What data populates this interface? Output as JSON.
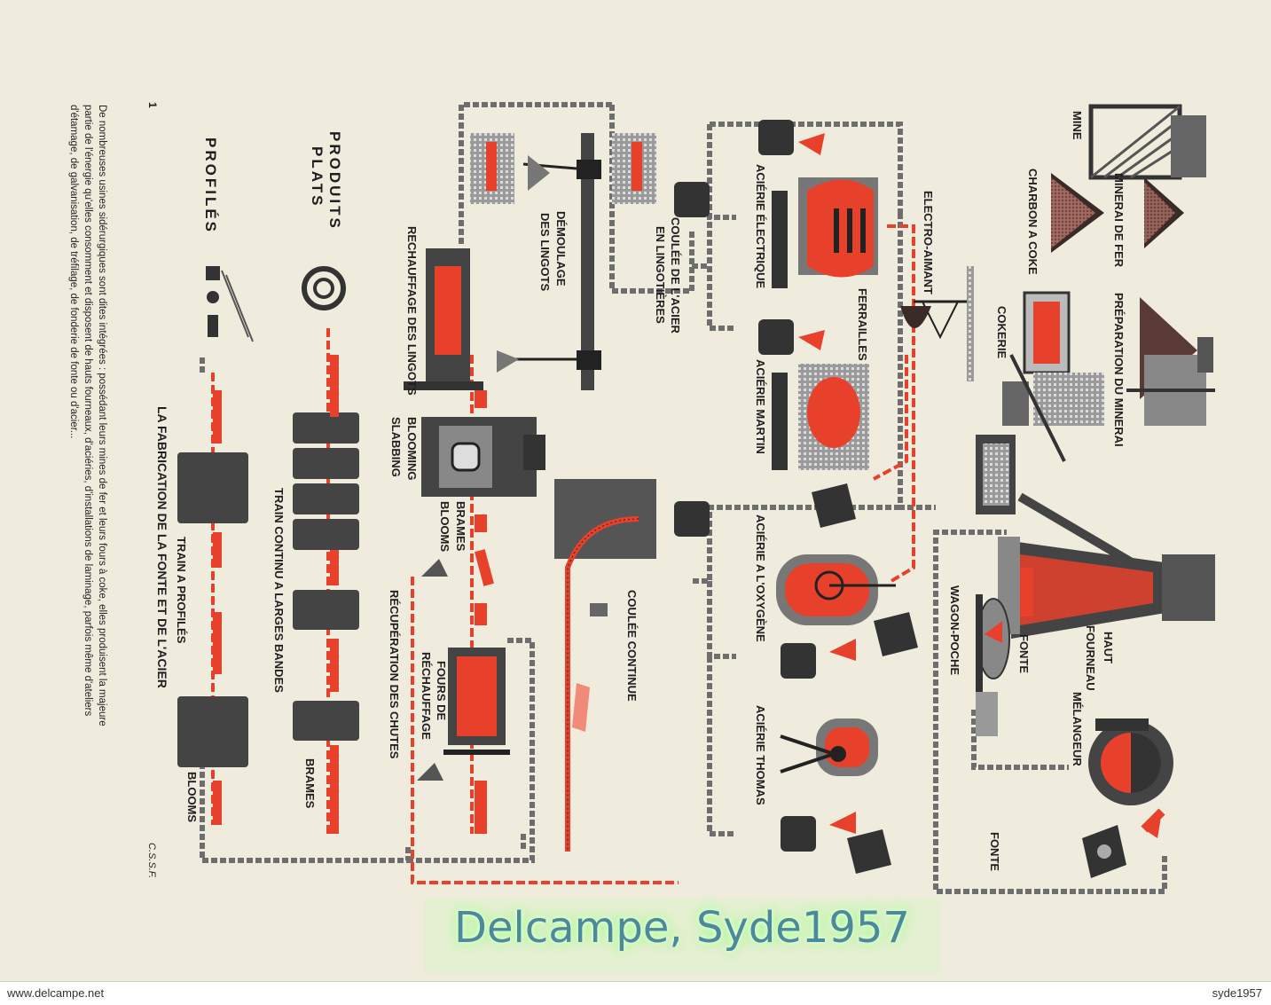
{
  "labels": {
    "mine": "MINE",
    "minerai_de_fer": "MINERAI DE FER",
    "preparation_du_minerai": "PRÉPARATION DU MINERAI",
    "charbon_a_coke": "CHARBON A COKE",
    "cokerie": "COKERIE",
    "haut": "HAUT",
    "fourneau": "FOURNEAU",
    "fonte_1": "FONTE",
    "wagon_poche": "WAGON-POCHE",
    "melangeur": "MÉLANGEUR",
    "fonte_2": "FONTE",
    "electro_aimant": "ELECTRO-AIMANT",
    "ferrailles": "FERRAILLES",
    "acierie_electrique": "ACIÉRIE ÉLECTRIQUE",
    "acierie_martin": "ACIÉRIE MARTIN",
    "acierie_oxygene": "ACIÉRIE A L'OXYGÈNE",
    "acierie_thomas": "ACIÉRIE THOMAS",
    "coulee_acier_1": "COULÉE DE L'ACIER",
    "coulee_acier_2": "EN LINGOTIÈRES",
    "demoulage_1": "DÉMOULAGE",
    "demoulage_2": "DES LINGOTS",
    "rechauffage_lingots": "RECHAUFFAGE DES LINGOTS",
    "blooming": "BLOOMING",
    "slabbing": "SLABBING",
    "brames_blooms_1": "BRAMES",
    "brames_blooms_2": "BLOOMS",
    "coulee_continue": "COULÉE CONTINUE",
    "recuperation_chutes": "RÉCUPÉRATION DES CHUTES",
    "fours_1": "FOURS DE",
    "fours_2": "RÉCHAUFFAGE",
    "produits": "PRODUITS",
    "plats": "PLATS",
    "profiles": "PROFILÉS",
    "train_continu": "TRAIN CONTINU A LARGES BANDES",
    "brames": "BRAMES",
    "train_profiles": "TRAIN  A  PROFILÉS",
    "blooms": "BLOOMS",
    "title": "LA FABRICATION DE LA FONTE ET DE L'ACIER",
    "page_number": "1",
    "credit": "C.S.S.F."
  },
  "intro_lines": [
    "De nombreuses usines sidérurgiques sont dites intégrées : possédant leurs mines de fer et leurs fours à coke, elles produisent la majeure",
    "partie de l'énergie qu'elles consomment et disposent de hauts fourneaux, d'aciéries, d'installations de laminage, parfois même d'ateliers",
    "d'étamage, de galvanisation, de tréfilage, de fonderie de fonte ou d'acier..."
  ],
  "watermark": "Delcampe, Syde1957",
  "footer": {
    "left": "www.delcampe.net",
    "right": "syde1957"
  },
  "colors": {
    "paper": "#efebdd",
    "ink": "#1e1e1e",
    "red": "#e8412b",
    "grey": "#8a8a8a"
  }
}
